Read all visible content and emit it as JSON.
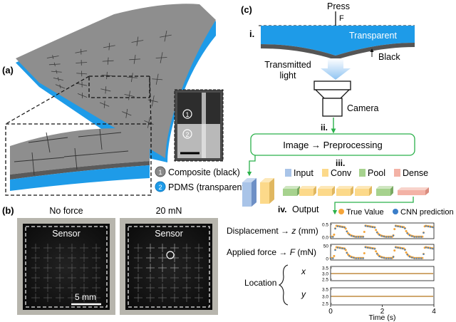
{
  "panels": {
    "a": {
      "label": "(a)",
      "insert_labels": [
        "1",
        "2"
      ],
      "legend": [
        {
          "num": "1",
          "text": "Composite (black)",
          "color": "#8a8a8a"
        },
        {
          "num": "2",
          "text": "PDMS (transparent)",
          "color": "#1e9be8"
        }
      ]
    },
    "b": {
      "label": "(b)",
      "left_title": "No force",
      "right_title": "20 mN",
      "sensor_label": "Sensor",
      "scalebar": "5 mm"
    },
    "c": {
      "label": "(c)",
      "press": "Press",
      "force": "F",
      "step_i": "i.",
      "transparent": "Transparent",
      "black": "Black",
      "transmitted": "Transmitted",
      "light": "light",
      "camera": "Camera",
      "step_ii": "ii.",
      "image_box": "Image  → Preprocessing",
      "step_iii": "iii.",
      "layers": [
        {
          "name": "Input",
          "color": "#a9c4e8"
        },
        {
          "name": "Conv",
          "color": "#fcd98a"
        },
        {
          "name": "Pool",
          "color": "#a6d28e"
        },
        {
          "name": "Dense",
          "color": "#f3b2a6"
        }
      ],
      "step_iv": "iv.",
      "output": "Output",
      "legend_true": "True Value",
      "legend_cnn": "CNN prediction",
      "rows": [
        {
          "prefix": "Displacement → ",
          "var": "z",
          "unit": " (mm)"
        },
        {
          "prefix": "Applied force → ",
          "var": "F",
          "unit": " (mN)"
        },
        {
          "prefix": "Location",
          "var": "",
          "unit": ""
        }
      ],
      "loc_x": "x",
      "loc_y": "y"
    }
  },
  "colors": {
    "blue": "#1e9be8",
    "green": "#2bb14a",
    "orange": "#f5a53a",
    "cnn_blue": "#3b7ec9"
  },
  "chart_data": [
    {
      "type": "scatter",
      "name_key": "displacement",
      "x_range": [
        0,
        4
      ],
      "yticks": [
        "0.5",
        "0.0"
      ],
      "ylim": [
        0,
        0.5
      ],
      "series": [
        {
          "name": "True Value",
          "pattern": "square-pulse",
          "low": 0.02,
          "high": 0.45,
          "period": 1.15,
          "phase": 0.12
        },
        {
          "name": "CNN prediction",
          "pattern": "square-pulse",
          "low": 0.02,
          "high": 0.45,
          "period": 1.15,
          "phase": 0.12
        }
      ]
    },
    {
      "type": "scatter",
      "name_key": "force",
      "x_range": [
        0,
        4
      ],
      "yticks": [
        "50",
        "0"
      ],
      "ylim": [
        0,
        50
      ],
      "series": [
        {
          "name": "True Value",
          "pattern": "square-pulse",
          "low": 2,
          "high": 45,
          "period": 1.15,
          "phase": 0.12
        },
        {
          "name": "CNN prediction",
          "pattern": "square-pulse",
          "low": 2,
          "high": 45,
          "period": 1.15,
          "phase": 0.12
        }
      ]
    },
    {
      "type": "scatter",
      "name_key": "x",
      "x_range": [
        0,
        4
      ],
      "yticks": [
        "3.5",
        "3.0",
        "2.5"
      ],
      "ylim": [
        2.5,
        3.5
      ],
      "series": [
        {
          "name": "True Value",
          "pattern": "constant",
          "value": 3.0
        }
      ]
    },
    {
      "type": "scatter",
      "name_key": "y",
      "x_range": [
        0,
        4
      ],
      "yticks": [
        "3.5",
        "3.0",
        "2.5"
      ],
      "ylim": [
        2.5,
        3.5
      ],
      "series": [
        {
          "name": "True Value",
          "pattern": "constant",
          "value": 3.0
        }
      ]
    }
  ],
  "x_axis": {
    "ticks": [
      "0",
      "2",
      "4"
    ],
    "label": "Time (s)"
  }
}
